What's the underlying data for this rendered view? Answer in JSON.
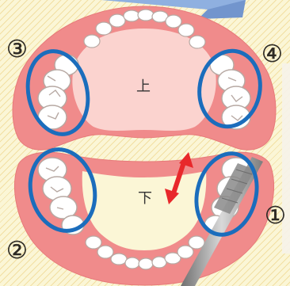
{
  "labels": {
    "upper_jaw": "上",
    "lower_jaw": "下",
    "zone_1": "①",
    "zone_2": "②",
    "zone_3": "③",
    "zone_4": "④"
  },
  "colors": {
    "gum": "#f08b8b",
    "gum_inner": "#fbd3cf",
    "tooth": "#ffffff",
    "tooth_outline": "#b7a9a3",
    "circle": "#1b6dbc",
    "arrow": "#e8282b",
    "brush": "#9e9e9e",
    "banner": "#8fb0e0"
  },
  "icons": {
    "arrow": "double-headed-red-arrow",
    "brush": "toothbrush"
  }
}
